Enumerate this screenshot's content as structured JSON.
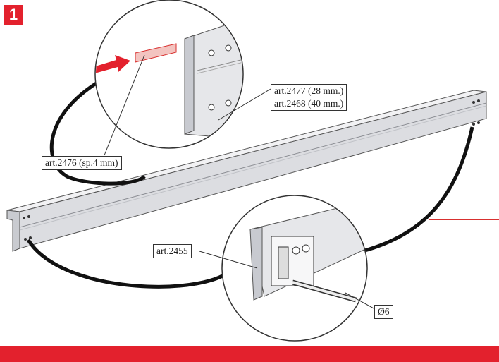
{
  "step": {
    "number": "1"
  },
  "labels": {
    "art_2477": "art.2477 (28 mm.)",
    "art_2468": "art.2468 (40 mm.)",
    "art_2476": "art.2476 (sp.4 mm)",
    "art_2455": "art.2455",
    "drill": "Ø6"
  },
  "colors": {
    "accent": "#e3212d",
    "rail_light": "#f2f2f4",
    "rail_mid": "#dcdde1",
    "rail_dark": "#b9bbc1",
    "arrow": "#e3212d"
  }
}
